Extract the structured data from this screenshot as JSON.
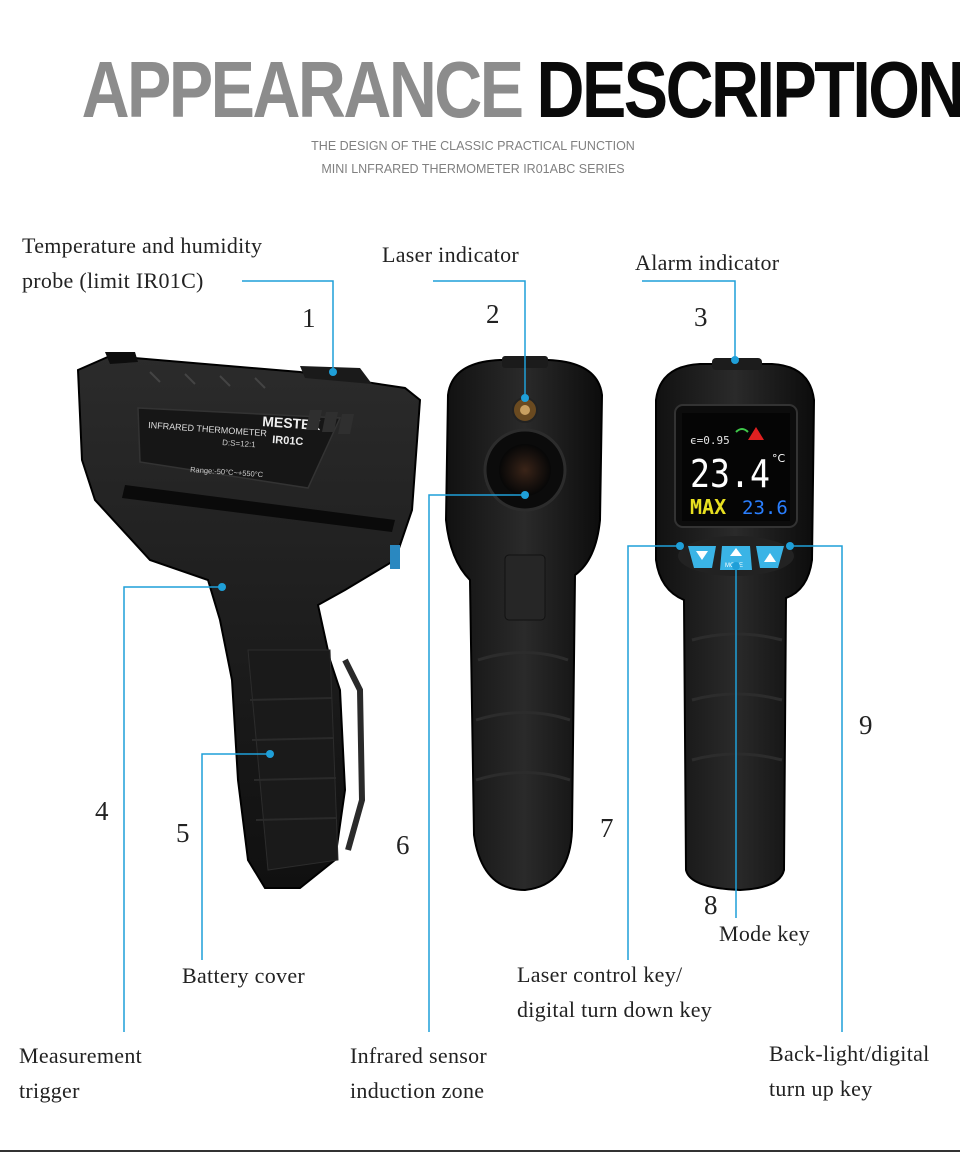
{
  "title": {
    "part1": "APPEARANCE",
    "part2": "DESCRIPTION"
  },
  "subtitle": {
    "line1": "THE DESIGN OF THE CLASSIC PRACTICAL FUNCTION",
    "line2": "MINI LNFRARED THERMOMETER IR01ABC SERIES"
  },
  "labels": {
    "probe_l1": "Temperature and humidity",
    "probe_l2": "probe (limit IR01C)",
    "laser_indicator": "Laser indicator",
    "alarm_indicator": "Alarm indicator",
    "battery_cover": "Battery cover",
    "mode_key": "Mode key",
    "laser_key_l1": "Laser control key/",
    "laser_key_l2": "digital turn down key",
    "trigger_l1": "Measurement",
    "trigger_l2": "trigger",
    "sensor_l1": "Infrared sensor",
    "sensor_l2": "induction zone",
    "backlight_l1": "Back-light/digital",
    "backlight_l2": "turn up key"
  },
  "numbers": [
    "1",
    "2",
    "3",
    "4",
    "5",
    "6",
    "7",
    "8",
    "9"
  ],
  "device": {
    "brand": "MESTEK",
    "model": "IR01C",
    "side_text": "INFRARED THERMOMETER",
    "ds_ratio": "D:S=12:1",
    "range": "Range:-50°C~+550°C",
    "screen_emissivity": "ϵ=0.95",
    "screen_temp": "23.4",
    "screen_unit": "°C",
    "screen_max_label": "MAX",
    "screen_max_value": "23.6",
    "mode_button_label": "MODE"
  },
  "colors": {
    "accent": "#1f9fd8",
    "button": "#3ab4e6",
    "body": "#1c1c1c",
    "max": "#e8e020",
    "temp": "#ffffff",
    "max_value": "#2a7fff"
  }
}
